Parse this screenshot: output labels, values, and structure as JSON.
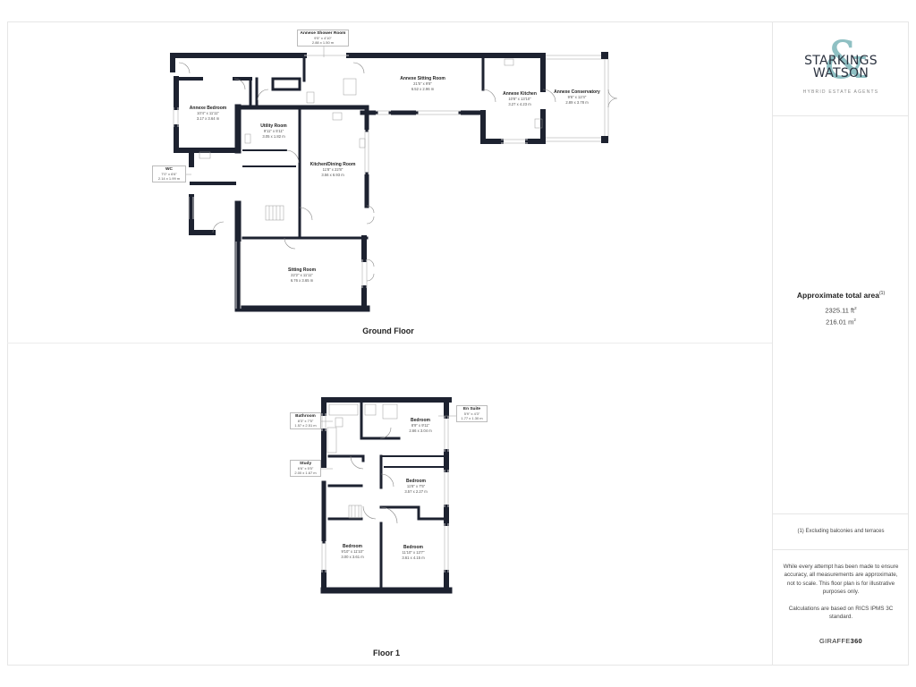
{
  "brand": {
    "line1": "STARKINGS",
    "line2": "WATSON",
    "ampersand": "&",
    "tagline": "HYBRID ESTATE AGENTS",
    "accent_color": "#8fc0c3",
    "text_color": "#2c3340"
  },
  "area": {
    "title": "Approximate total area",
    "title_note": "(1)",
    "sqft": "2325.11 ft",
    "sqft_unit_sup": "2",
    "sqm": "216.01 m",
    "sqm_unit_sup": "2"
  },
  "footnote": "(1) Excluding balconies and terraces",
  "disclaimer": "While every attempt has been made to ensure accuracy, all measurements are approximate, not to scale. This floor plan is for illustrative purposes only.",
  "calculation_note": "Calculations are based on RICS IPMS 3C standard.",
  "provider": {
    "prefix": "GIRAFFE",
    "suffix": "360"
  },
  "floors": [
    {
      "label": "Ground Floor",
      "rooms": [
        {
          "name": "Annexe Shower Room",
          "imperial": "9'5\" x 4'10\"",
          "metric": "2.88 x 1.50 m",
          "callout": true
        },
        {
          "name": "Annexe Bedroom",
          "imperial": "10'4\" x 11'11\"",
          "metric": "3.17 x 3.64 m"
        },
        {
          "name": "Annexe Sitting Room",
          "imperial": "21'5\" x 9'8\"",
          "metric": "6.52 x 2.96 m"
        },
        {
          "name": "Annexe Kitchen",
          "imperial": "10'8\" x 13'10\"",
          "metric": "3.27 x 4.23 m"
        },
        {
          "name": "Annexe Conservatory",
          "imperial": "9'6\" x 12'4\"",
          "metric": "2.89 x 3.78 m"
        },
        {
          "name": "Utility Room",
          "imperial": "9'11\" x 5'11\"",
          "metric": "3.05 x 1.82 m"
        },
        {
          "name": "WC",
          "imperial": "7'0\" x 6'6\"",
          "metric": "2.14 x 1.99 m",
          "callout": true
        },
        {
          "name": "Kitchen/Dining Room",
          "imperial": "11'8\" x 22'8\"",
          "metric": "3.56 x 6.93 m"
        },
        {
          "name": "Sitting Room",
          "imperial": "22'2\" x 11'11\"",
          "metric": "6.76 x 3.65 m"
        }
      ]
    },
    {
      "label": "Floor 1",
      "rooms": [
        {
          "name": "Bathroom",
          "imperial": "8'3\" x 7'5\"",
          "metric": "1.57 x 2.51 m",
          "callout": true
        },
        {
          "name": "En Suite",
          "imperial": "5'9\" x 4'3\"",
          "metric": "1.77 x 1.30 m",
          "callout": true
        },
        {
          "name": "Bedroom",
          "imperial": "8'9\" x 9'11\"",
          "metric": "2.66 x 3.04 m"
        },
        {
          "name": "Study",
          "imperial": "6'6\" x 5'5\"",
          "metric": "2.00 x 1.67 m",
          "callout": true
        },
        {
          "name": "Bedroom",
          "imperial": "11'8\" x 7'5\"",
          "metric": "3.57 x 2.27 m"
        },
        {
          "name": "Bedroom",
          "imperial": "9'10\" x 11'10\"",
          "metric": "3.00 x 3.61 m"
        },
        {
          "name": "Bedroom",
          "imperial": "11'10\" x 13'7\"",
          "metric": "3.61 x 4.15 m"
        }
      ]
    }
  ],
  "colors": {
    "wall": "#1d2230",
    "window": "#d8d8d8",
    "fixture": "#999999",
    "divider": "#e6e6e6"
  }
}
